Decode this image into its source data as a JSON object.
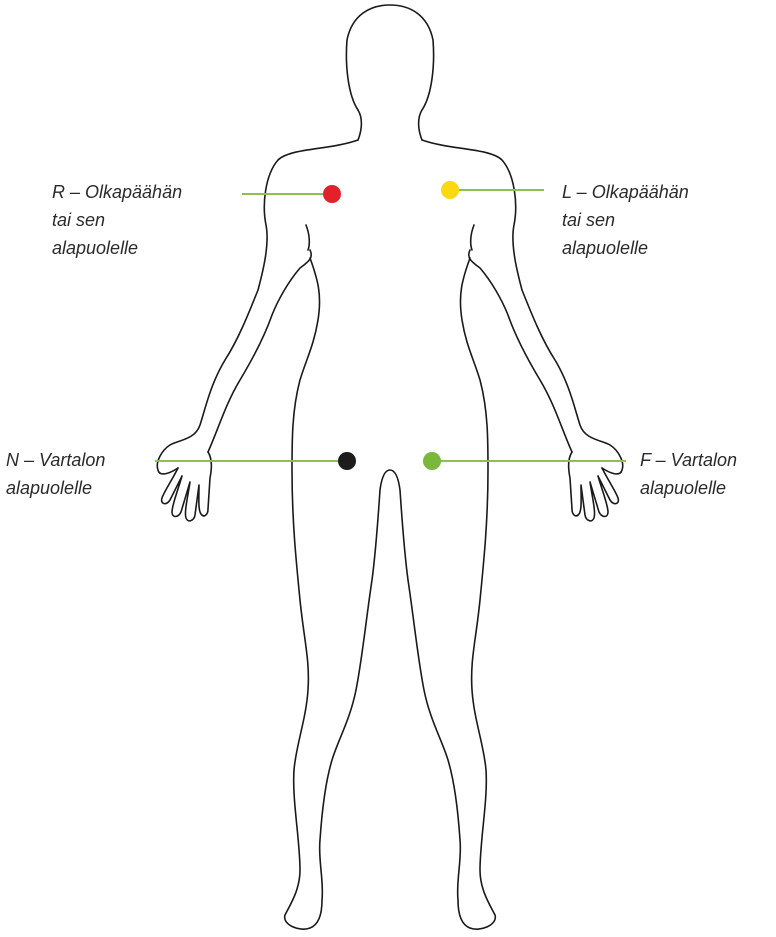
{
  "electrodes": [
    {
      "id": "R",
      "lines": [
        "R – Olkapäähän",
        "tai sen",
        "alapuolelle"
      ],
      "color": "#e4202b"
    },
    {
      "id": "L",
      "lines": [
        "L – Olkapäähän",
        "tai sen",
        "alapuolelle"
      ],
      "color": "#fbd910"
    },
    {
      "id": "N",
      "lines": [
        "N – Vartalon",
        "alapuolelle"
      ],
      "color": "#1c1c1c"
    },
    {
      "id": "F",
      "lines": [
        "F – Vartalon",
        "alapuolelle"
      ],
      "color": "#7ab83d"
    }
  ],
  "leader_color": "#8cc152",
  "outline_color": "#1a1a1a"
}
